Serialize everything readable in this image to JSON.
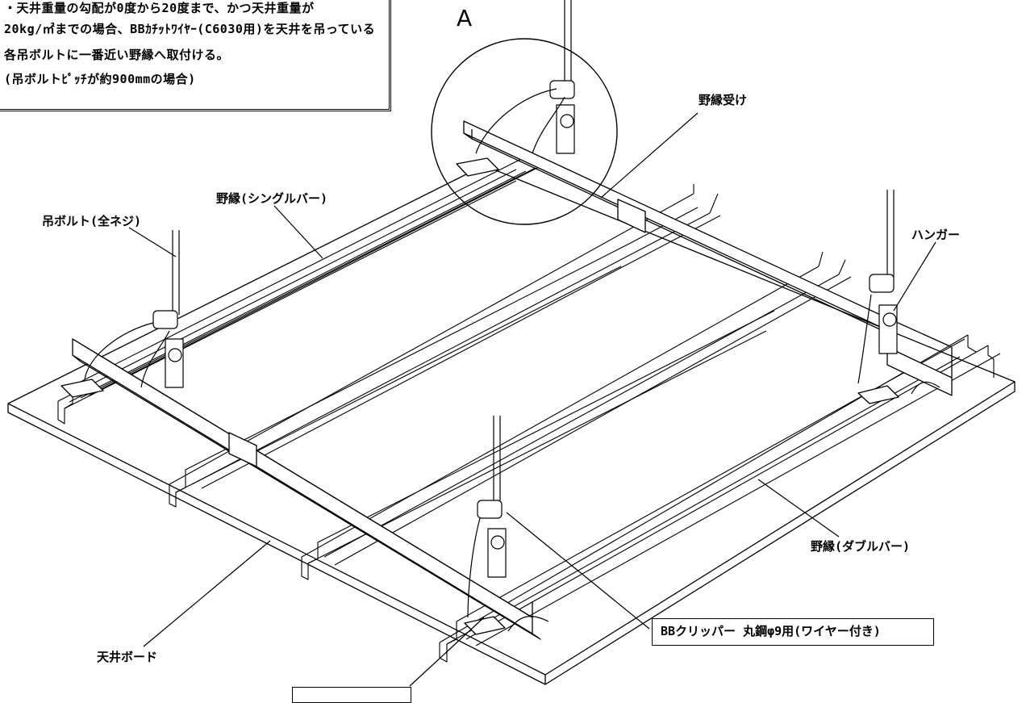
{
  "note": {
    "lines": [
      "・天井重量の勾配が0度から20度まで、かつ天井重量が",
      "20kg/㎡までの場合、BBｶﾁｯﾄﾜｲﾔｰ(C6030用)を天井を吊っている",
      "各吊ボルトに一番近い野縁へ取付ける。",
      "(吊ボルトﾋﾟｯﾁが約900mmの場合)"
    ]
  },
  "detail_marker": "A",
  "labels": {
    "nobuchi_uke": "野縁受け",
    "nobuchi_single": "野縁(シングルバー)",
    "tsuri_bolt": "吊ボルト(全ネジ)",
    "hanger": "ハンガー",
    "nobuchi_double": "野縁(ダブルバー)",
    "bb_clipper": "BBクリッパー 丸鋼φ9用(ワイヤー付き)",
    "tenjo_board": "天井ボード",
    "bottom_box": ""
  },
  "colors": {
    "line": "#000000",
    "background": "#ffffff"
  }
}
